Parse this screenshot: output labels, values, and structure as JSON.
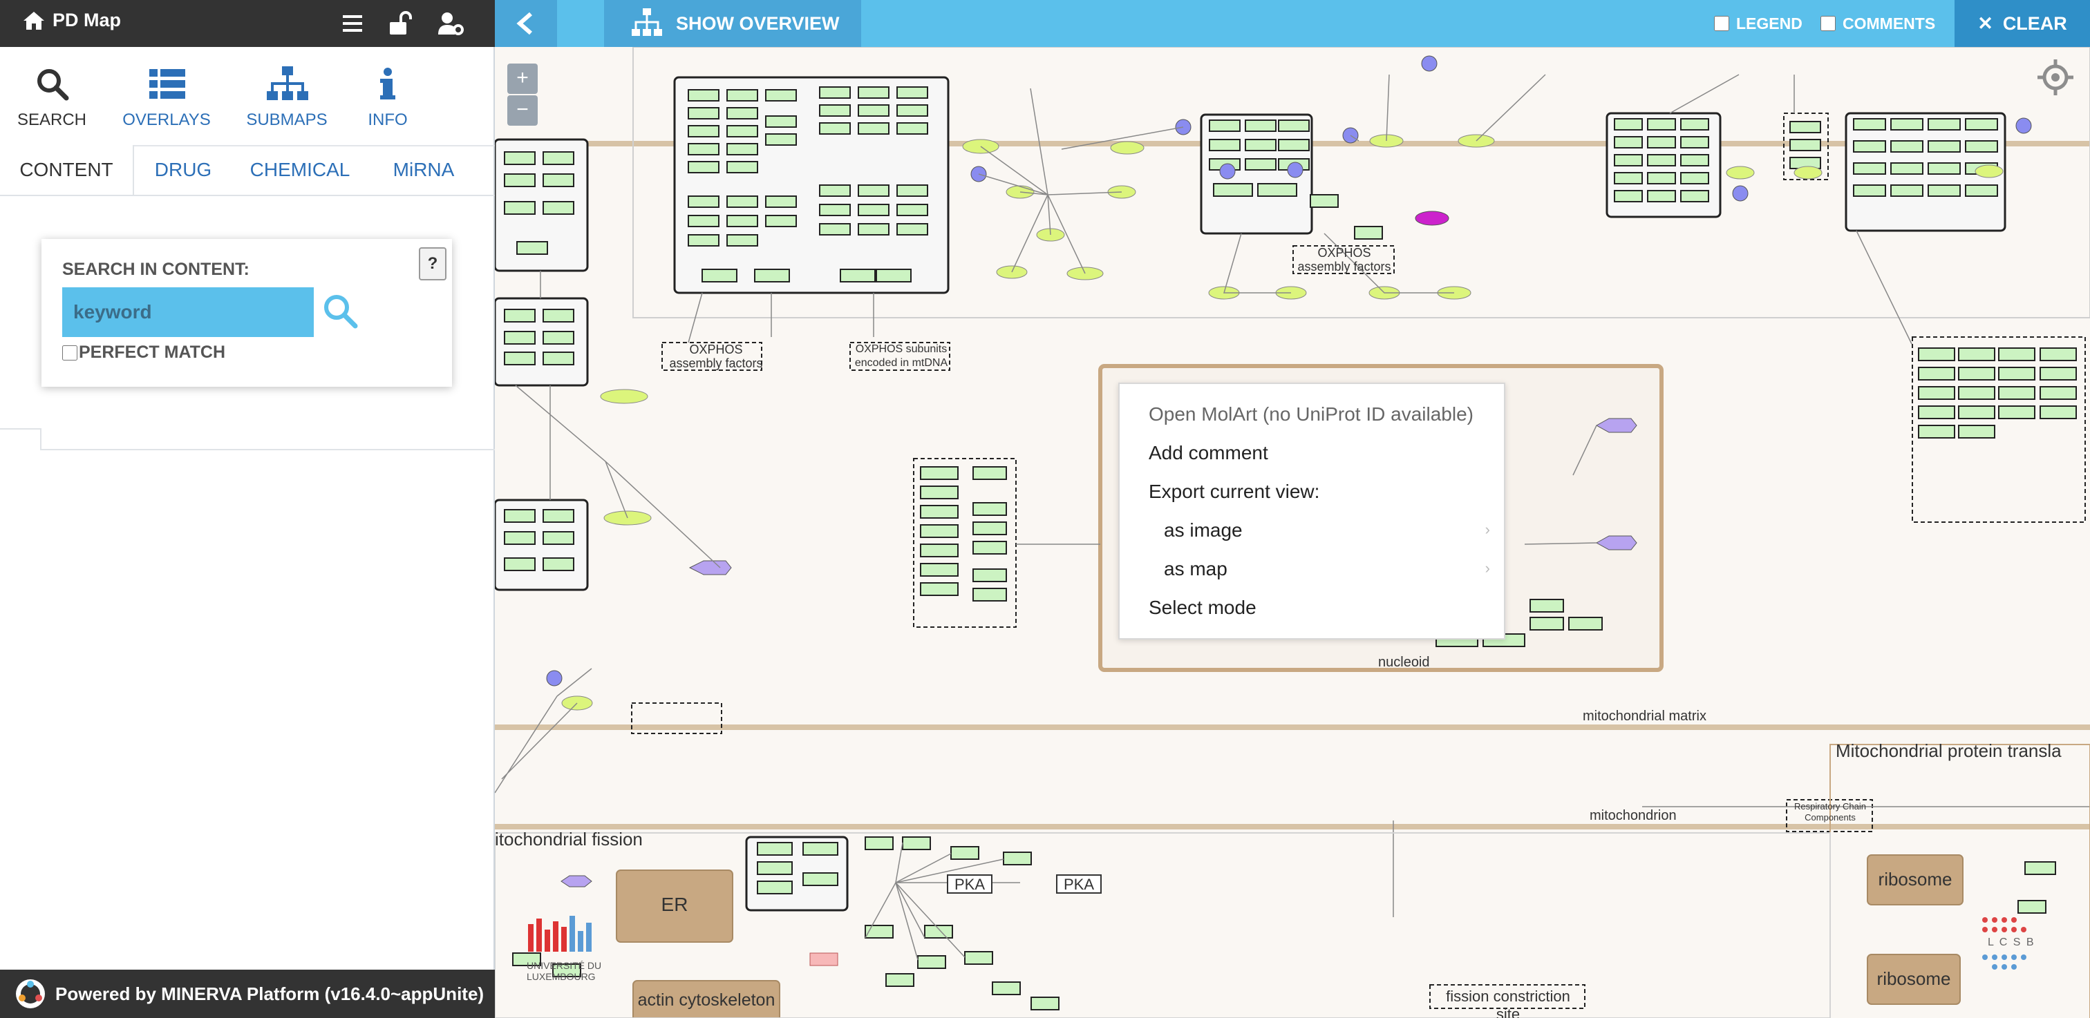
{
  "app": {
    "title": "PD Map"
  },
  "nav": {
    "tabs": [
      {
        "label": "SEARCH",
        "icon": "search-icon"
      },
      {
        "label": "OVERLAYS",
        "icon": "list-icon"
      },
      {
        "label": "SUBMAPS",
        "icon": "sitemap-icon"
      },
      {
        "label": "INFO",
        "icon": "info-icon"
      }
    ]
  },
  "subtabs": [
    "CONTENT",
    "DRUG",
    "CHEMICAL",
    "MiRNA"
  ],
  "search": {
    "title": "SEARCH IN CONTENT:",
    "placeholder": "keyword",
    "perfect_match": "PERFECT MATCH",
    "help": "?"
  },
  "footer": {
    "text": "Powered by MINERVA Platform (v16.4.0~appUnite)"
  },
  "mapbar": {
    "overview": "SHOW OVERVIEW",
    "legend": "LEGEND",
    "comments": "COMMENTS",
    "clear": "CLEAR"
  },
  "zoom": {
    "in": "+",
    "out": "−"
  },
  "context_menu": {
    "items": [
      "Open MolArt (no UniProt ID available)",
      "Add comment",
      "Export current view:",
      "as image",
      "as map",
      "Select mode"
    ]
  },
  "map_labels": {
    "oxphos1": [
      "OXPHOS",
      "assembly factors"
    ],
    "oxphos2": [
      "OXPHOS",
      "assembly factors"
    ],
    "oxphos3": [
      "OXPHOS subunits",
      "encoded in mtDNA"
    ],
    "nucleoid": "nucleoid",
    "matrix": "mitochondrial matrix",
    "mitochondrion": "mitochondrion",
    "translation": "Mitochondrial protein transla",
    "fission": "itochondrial fission",
    "er": "ER",
    "pka1": "PKA",
    "pka2": "PKA",
    "ribosome1": "ribosome",
    "ribosome2": "ribosome",
    "actin": "actin cytoskeleton",
    "fission_site": "fission constriction site",
    "resp_chain": [
      "Respiratory Chain",
      "Components"
    ],
    "univ": [
      "UNIVERSITÉ DU",
      "LUXEMBOURG"
    ],
    "lcsb": "L C S B"
  }
}
